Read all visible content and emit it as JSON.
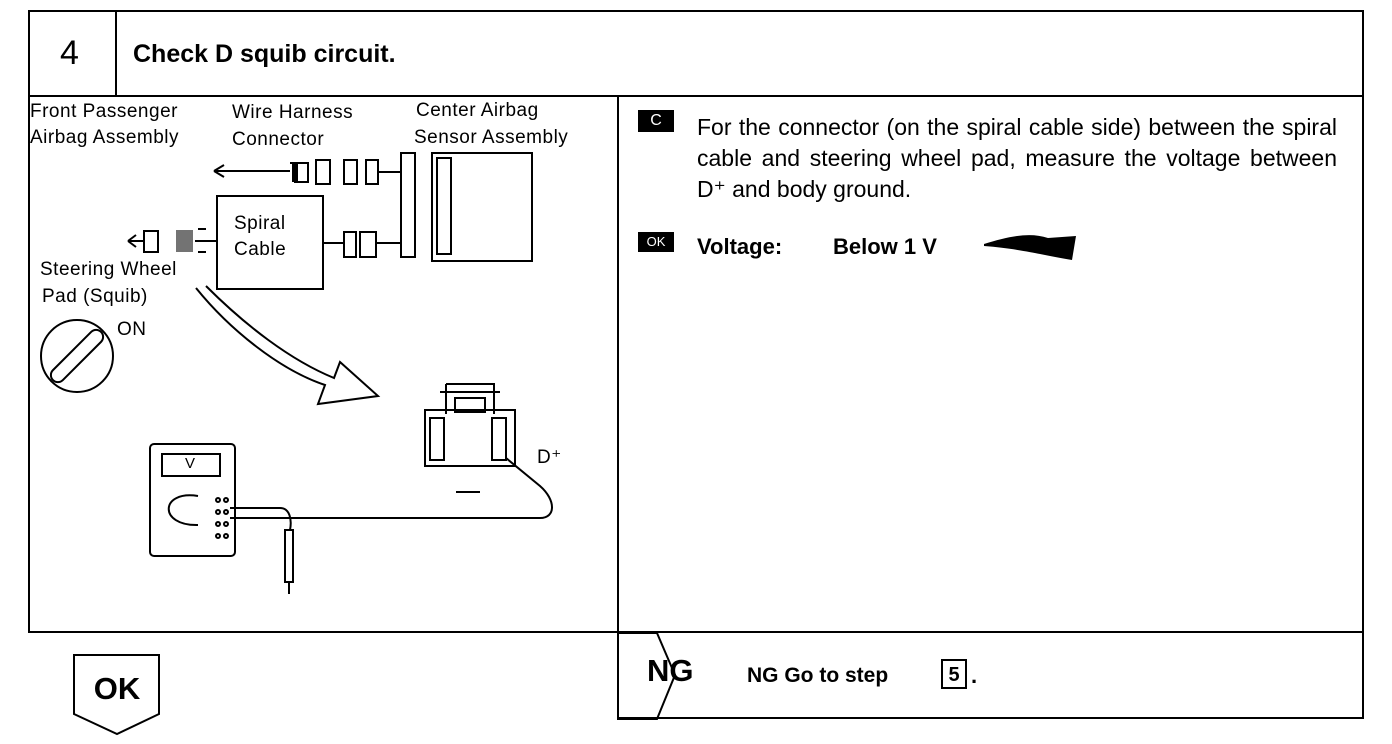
{
  "header": {
    "step_number": "4",
    "title": "Check D squib circuit."
  },
  "diagram": {
    "label_front_passenger": [
      "Front Passenger",
      "Airbag Assembly"
    ],
    "label_wire_harness": [
      "Wire Harness",
      "Connector"
    ],
    "label_center_airbag": [
      "Center Airbag",
      "Sensor Assembly"
    ],
    "label_spiral_cable": [
      "Spiral",
      "Cable"
    ],
    "label_steering_wheel": [
      "Steering Wheel",
      "Pad (Squib)"
    ],
    "label_ignition": "ON",
    "label_meter": "V",
    "label_terminal": "D⁺"
  },
  "instructions": {
    "check_badge": "C",
    "check_text": "For the connector (on the spiral cable side) between the spiral cable and steering wheel pad, measure the voltage between D⁺ and body ground.",
    "ok_badge": "OK",
    "spec_label": "Voltage:",
    "spec_value": "Below 1 V"
  },
  "results": {
    "ok_label": "OK",
    "ng_label": "NG",
    "ng_text": "NG Go to step",
    "ng_step": "5",
    "ng_period": "."
  }
}
